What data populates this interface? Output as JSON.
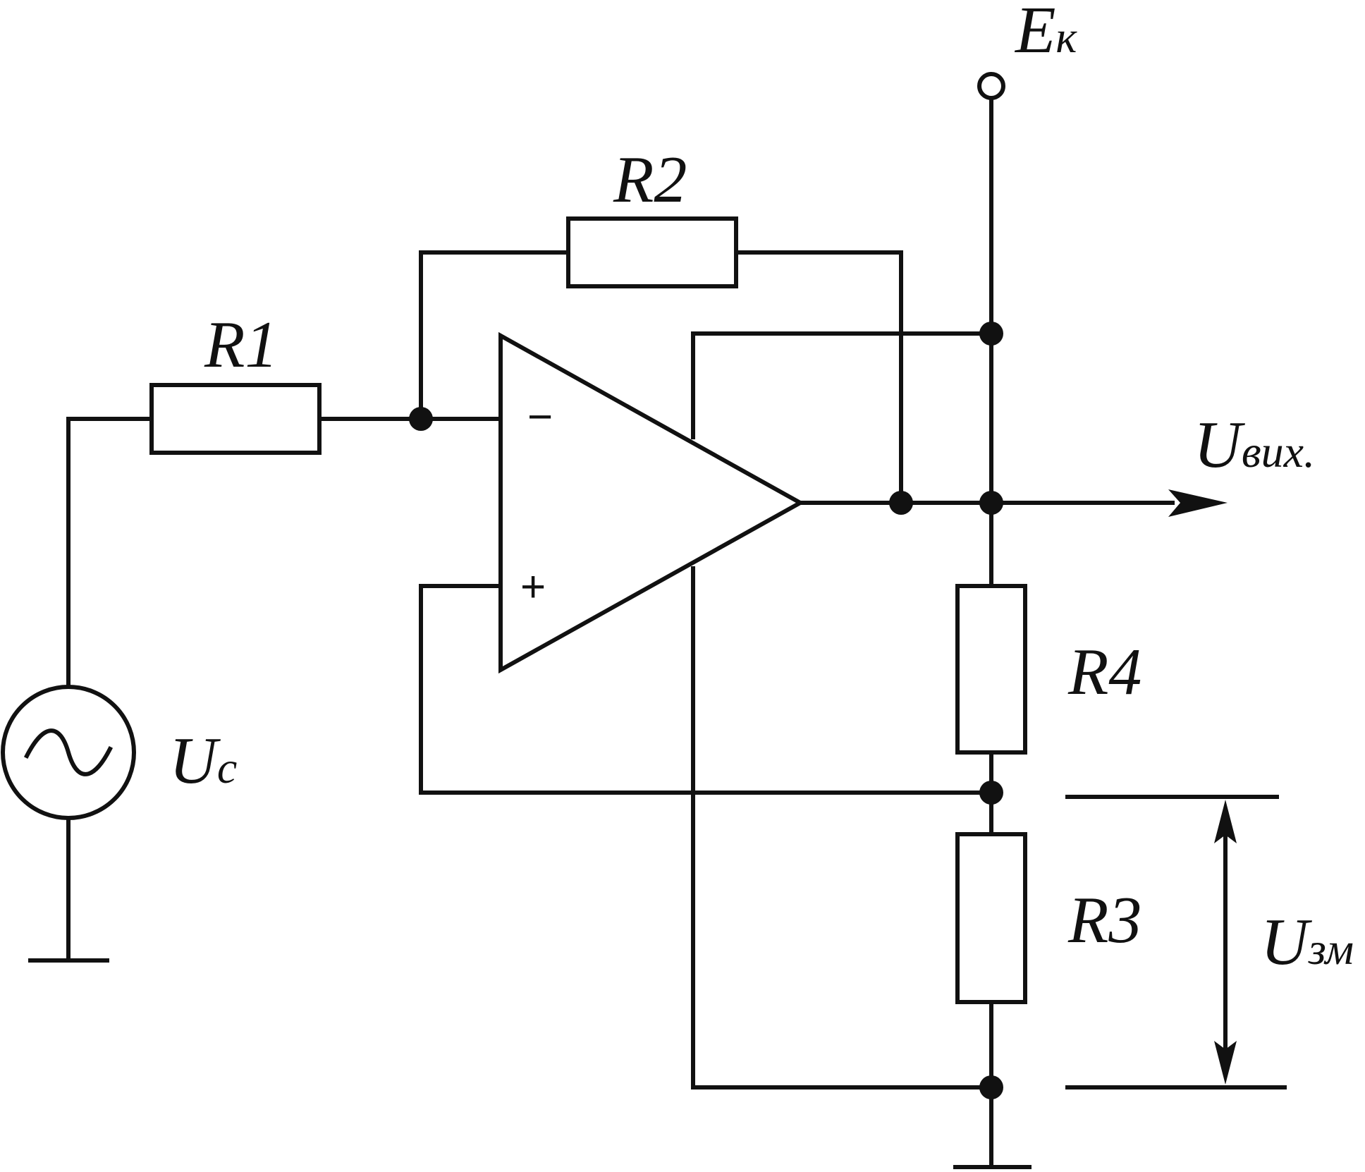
{
  "labels": {
    "r1": "R1",
    "r2": "R2",
    "r3": "R3",
    "r4": "R4",
    "source_main": "U",
    "source_sub": "c",
    "supply_main": "E",
    "supply_sub": "к",
    "output_main": "U",
    "output_sub": "вих.",
    "bias_main": "U",
    "bias_sub": "зм"
  },
  "opamp": {
    "minus": "−",
    "plus": "+"
  }
}
